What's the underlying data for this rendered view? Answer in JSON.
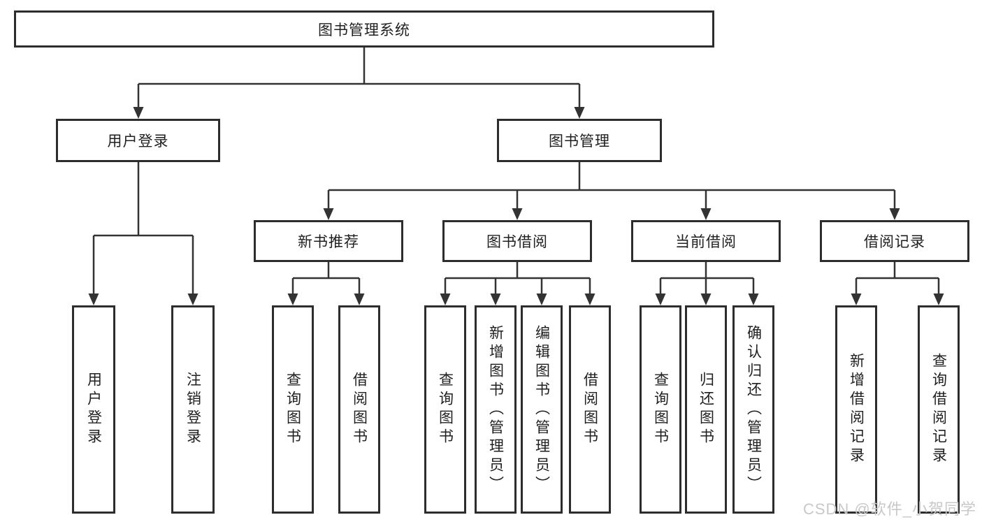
{
  "diagram": {
    "type": "hierarchy-tree",
    "nodes": {
      "root": "图书管理系统",
      "user_login": "用户登录",
      "book_mgmt": "图书管理",
      "new_book_rec": "新书推荐",
      "book_borrow": "图书借阅",
      "current_borrow": "当前借阅",
      "borrow_record": "借阅记录",
      "leaf_user_login": "用户登录",
      "leaf_logout": "注销登录",
      "leaf_query_books_1": "查询图书",
      "leaf_borrow_books_1": "借阅图书",
      "leaf_query_books_2": "查询图书",
      "leaf_add_books": "新增图书（管理员）",
      "leaf_edit_books": "编辑图书（管理员）",
      "leaf_borrow_books_2": "借阅图书",
      "leaf_query_books_3": "查询图书",
      "leaf_return_books": "归还图书",
      "leaf_confirm_return": "确认归还（管理员）",
      "leaf_add_borrow_record": "新增借阅记录",
      "leaf_query_borrow_record": "查询借阅记录"
    },
    "edges": [
      {
        "parent": "root",
        "children": [
          "user_login",
          "book_mgmt"
        ]
      },
      {
        "parent": "user_login",
        "children": [
          "leaf_user_login",
          "leaf_logout"
        ]
      },
      {
        "parent": "book_mgmt",
        "children": [
          "new_book_rec",
          "book_borrow",
          "current_borrow",
          "borrow_record"
        ]
      },
      {
        "parent": "new_book_rec",
        "children": [
          "leaf_query_books_1",
          "leaf_borrow_books_1"
        ]
      },
      {
        "parent": "book_borrow",
        "children": [
          "leaf_query_books_2",
          "leaf_add_books",
          "leaf_edit_books",
          "leaf_borrow_books_2"
        ]
      },
      {
        "parent": "current_borrow",
        "children": [
          "leaf_query_books_3",
          "leaf_return_books",
          "leaf_confirm_return"
        ]
      },
      {
        "parent": "borrow_record",
        "children": [
          "leaf_add_borrow_record",
          "leaf_query_borrow_record"
        ]
      }
    ],
    "colors": {
      "line": "#333333",
      "box_border": "#2d2d2d",
      "text": "#1f1f1f",
      "background": "#ffffff"
    }
  },
  "watermark": {
    "text": "CSDN @软件_小贺同学",
    "color": "#c8c8c8"
  }
}
